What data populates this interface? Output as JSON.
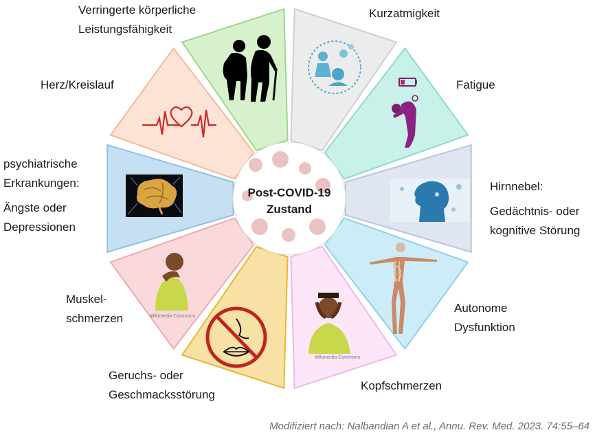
{
  "center": {
    "line1": "Post-COVID-19",
    "line2": "Zustand"
  },
  "segments": [
    {
      "id": "kurzatmigkeit",
      "lines": [
        "Kurzatmigkeit"
      ],
      "color": "#ececec",
      "icon": "breathing-illustration-icon"
    },
    {
      "id": "fatigue",
      "lines": [
        "Fatigue"
      ],
      "color": "#c8f1ea",
      "icon": "tired-person-battery-icon"
    },
    {
      "id": "hirnnebel",
      "lines": [
        "Hirnnebel:",
        "Gedächtnis- oder",
        "kognitive Störung"
      ],
      "color": "#dfe6f1",
      "icon": "head-profile-icon"
    },
    {
      "id": "autonome",
      "lines": [
        "Autonome",
        "Dysfunktion"
      ],
      "color": "#ccecf8",
      "icon": "skeleton-anatomy-icon"
    },
    {
      "id": "kopfschmerzen",
      "lines": [
        "Kopfschmerzen"
      ],
      "color": "#fce6f8",
      "icon": "headache-person-icon",
      "watermark": "Wikimedia Commons"
    },
    {
      "id": "geruch",
      "lines": [
        "Geruchs- oder",
        "Geschmacksstörung"
      ],
      "color": "#f8e1a5",
      "icon": "no-smell-taste-icon"
    },
    {
      "id": "muskel",
      "lines": [
        "Muskel-",
        "schmerzen"
      ],
      "color": "#fad9dc",
      "icon": "neck-pain-person-icon",
      "watermark": "Wikimedia Commons"
    },
    {
      "id": "psych",
      "lines": [
        "psychiatrische",
        "Erkrankungen:",
        "Ängste oder",
        "Depressionen"
      ],
      "color": "#c5e0f3",
      "icon": "brain-icon"
    },
    {
      "id": "herz",
      "lines": [
        "Herz/Kreislauf"
      ],
      "color": "#fde3d6",
      "icon": "heartbeat-icon"
    },
    {
      "id": "leistung",
      "lines": [
        "Verringerte körperliche",
        "Leistungsfähigkeit"
      ],
      "color": "#d8f1cd",
      "icon": "elderly-couple-icon"
    }
  ],
  "credit": "Modifiziert nach: Nalbandian A et al., Annu. Rev. Med. 2023. 74:55–64"
}
